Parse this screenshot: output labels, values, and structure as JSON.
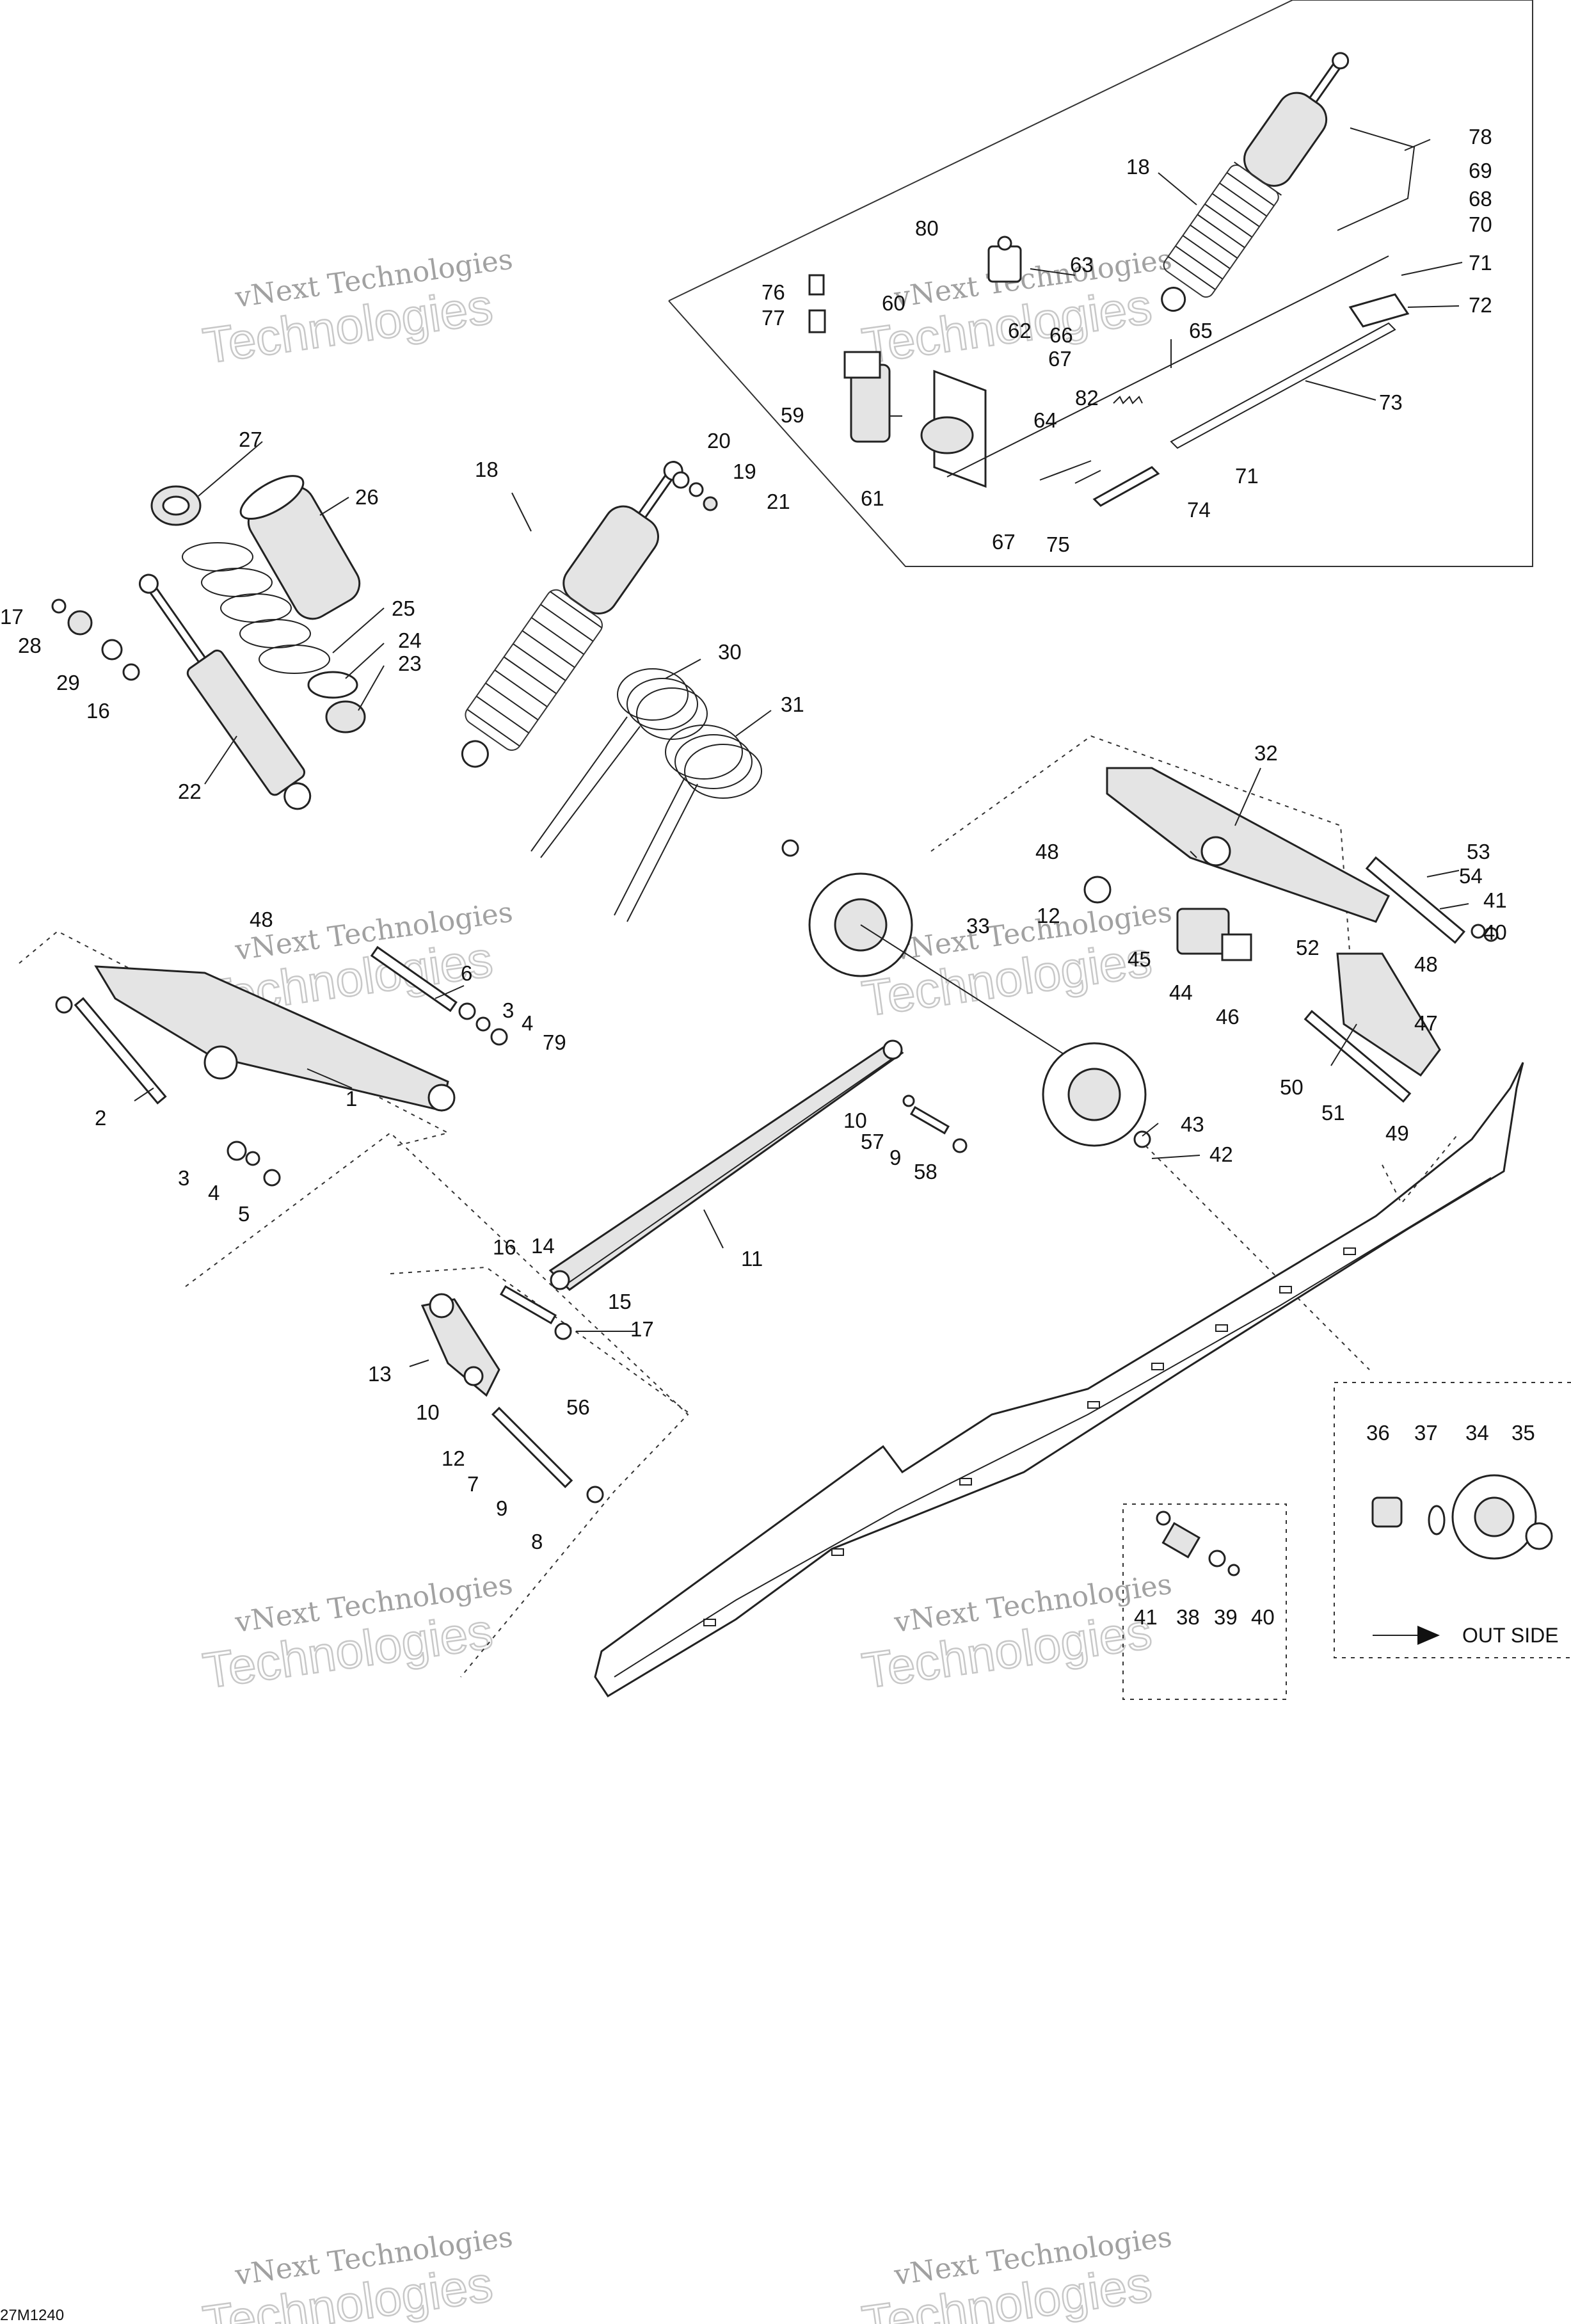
{
  "diagram_code": "27M1240",
  "watermark": {
    "line1": "vNext Technologies",
    "line2": "Technologies"
  },
  "out_side_label": "OUT SIDE",
  "callouts": [
    {
      "id": "c78",
      "text": "78"
    },
    {
      "id": "c69",
      "text": "69"
    },
    {
      "id": "c68",
      "text": "68"
    },
    {
      "id": "c70",
      "text": "70"
    },
    {
      "id": "c18a",
      "text": "18"
    },
    {
      "id": "c80",
      "text": "80"
    },
    {
      "id": "c63",
      "text": "63"
    },
    {
      "id": "c71a",
      "text": "71"
    },
    {
      "id": "c72",
      "text": "72"
    },
    {
      "id": "c76",
      "text": "76"
    },
    {
      "id": "c60",
      "text": "60"
    },
    {
      "id": "c77",
      "text": "77"
    },
    {
      "id": "c62",
      "text": "62"
    },
    {
      "id": "c66",
      "text": "66"
    },
    {
      "id": "c67a",
      "text": "67"
    },
    {
      "id": "c65",
      "text": "65"
    },
    {
      "id": "c82",
      "text": "82"
    },
    {
      "id": "c73",
      "text": "73"
    },
    {
      "id": "c59",
      "text": "59"
    },
    {
      "id": "c64",
      "text": "64"
    },
    {
      "id": "c71b",
      "text": "71"
    },
    {
      "id": "c61",
      "text": "61"
    },
    {
      "id": "c74",
      "text": "74"
    },
    {
      "id": "c67b",
      "text": "67"
    },
    {
      "id": "c75",
      "text": "75"
    },
    {
      "id": "c27",
      "text": "27"
    },
    {
      "id": "c26",
      "text": "26"
    },
    {
      "id": "c18b",
      "text": "18"
    },
    {
      "id": "c20",
      "text": "20"
    },
    {
      "id": "c19",
      "text": "19"
    },
    {
      "id": "c21",
      "text": "21"
    },
    {
      "id": "c25",
      "text": "25"
    },
    {
      "id": "c17a",
      "text": "17"
    },
    {
      "id": "c28",
      "text": "28"
    },
    {
      "id": "c24",
      "text": "24"
    },
    {
      "id": "c23",
      "text": "23"
    },
    {
      "id": "c29",
      "text": "29"
    },
    {
      "id": "c16a",
      "text": "16"
    },
    {
      "id": "c22",
      "text": "22"
    },
    {
      "id": "c30",
      "text": "30"
    },
    {
      "id": "c31",
      "text": "31"
    },
    {
      "id": "c32",
      "text": "32"
    },
    {
      "id": "c48a",
      "text": "48"
    },
    {
      "id": "c53",
      "text": "53"
    },
    {
      "id": "c54",
      "text": "54"
    },
    {
      "id": "c41a",
      "text": "41"
    },
    {
      "id": "c40a",
      "text": "40"
    },
    {
      "id": "c12a",
      "text": "12"
    },
    {
      "id": "c33",
      "text": "33"
    },
    {
      "id": "c45",
      "text": "45"
    },
    {
      "id": "c52",
      "text": "52"
    },
    {
      "id": "c48b",
      "text": "48"
    },
    {
      "id": "c44",
      "text": "44"
    },
    {
      "id": "c46",
      "text": "46"
    },
    {
      "id": "c47",
      "text": "47"
    },
    {
      "id": "c48c",
      "text": "48"
    },
    {
      "id": "c6",
      "text": "6"
    },
    {
      "id": "c3a",
      "text": "3"
    },
    {
      "id": "c4a",
      "text": "4"
    },
    {
      "id": "c79",
      "text": "79"
    },
    {
      "id": "c2",
      "text": "2"
    },
    {
      "id": "c1",
      "text": "1"
    },
    {
      "id": "c50",
      "text": "50"
    },
    {
      "id": "c51",
      "text": "51"
    },
    {
      "id": "c49",
      "text": "49"
    },
    {
      "id": "c10a",
      "text": "10"
    },
    {
      "id": "c43",
      "text": "43"
    },
    {
      "id": "c57",
      "text": "57"
    },
    {
      "id": "c9a",
      "text": "9"
    },
    {
      "id": "c42",
      "text": "42"
    },
    {
      "id": "c58",
      "text": "58"
    },
    {
      "id": "c3b",
      "text": "3"
    },
    {
      "id": "c4b",
      "text": "4"
    },
    {
      "id": "c5",
      "text": "5"
    },
    {
      "id": "c11",
      "text": "11"
    },
    {
      "id": "c16b",
      "text": "16"
    },
    {
      "id": "c14",
      "text": "14"
    },
    {
      "id": "c15",
      "text": "15"
    },
    {
      "id": "c17b",
      "text": "17"
    },
    {
      "id": "c13",
      "text": "13"
    },
    {
      "id": "c10b",
      "text": "10"
    },
    {
      "id": "c56",
      "text": "56"
    },
    {
      "id": "c12b",
      "text": "12"
    },
    {
      "id": "c7",
      "text": "7"
    },
    {
      "id": "c9b",
      "text": "9"
    },
    {
      "id": "c8",
      "text": "8"
    },
    {
      "id": "c36",
      "text": "36"
    },
    {
      "id": "c37",
      "text": "37"
    },
    {
      "id": "c34",
      "text": "34"
    },
    {
      "id": "c35",
      "text": "35"
    },
    {
      "id": "c41b",
      "text": "41"
    },
    {
      "id": "c38",
      "text": "38"
    },
    {
      "id": "c39",
      "text": "39"
    },
    {
      "id": "c40b",
      "text": "40"
    }
  ]
}
